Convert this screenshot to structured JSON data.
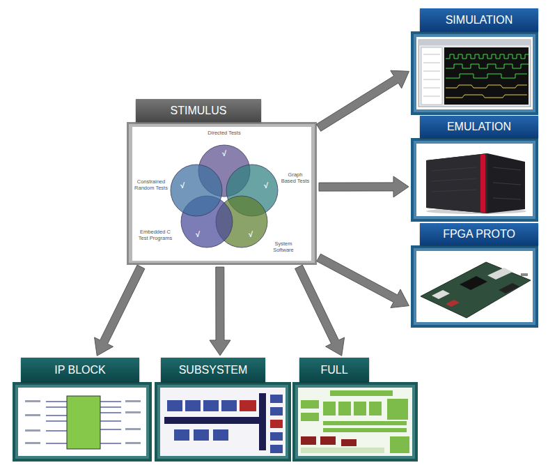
{
  "diagram": {
    "nodes": [
      {
        "text": [
          "STIMULUS"
        ]
      },
      {
        "text": [
          "SIMULATION"
        ]
      },
      {
        "text": [
          "EMULATION"
        ]
      },
      {
        "text": [
          "FPGA PROTO"
        ]
      },
      {
        "text": [
          "IP BLOCK"
        ]
      },
      {
        "text": [
          "SUBSYSTEM"
        ]
      },
      {
        "text": [
          "FULL"
        ]
      }
    ],
    "edges": [
      {
        "from": 0,
        "to": 1,
        "arrow": "to"
      },
      {
        "from": 0,
        "to": 2,
        "arrow": "to"
      },
      {
        "from": 0,
        "to": 3,
        "arrow": "to"
      },
      {
        "from": 0,
        "to": 4,
        "arrow": "to"
      },
      {
        "from": 0,
        "to": 5,
        "arrow": "to"
      },
      {
        "from": 0,
        "to": 6,
        "arrow": "to"
      }
    ],
    "labels": [
      "Directed Tests",
      "Graph Based Tests",
      "System Software",
      "Embedded C Test Programs",
      "Constrained Random Tests",
      "√",
      "√",
      "√",
      "√",
      "√"
    ]
  }
}
